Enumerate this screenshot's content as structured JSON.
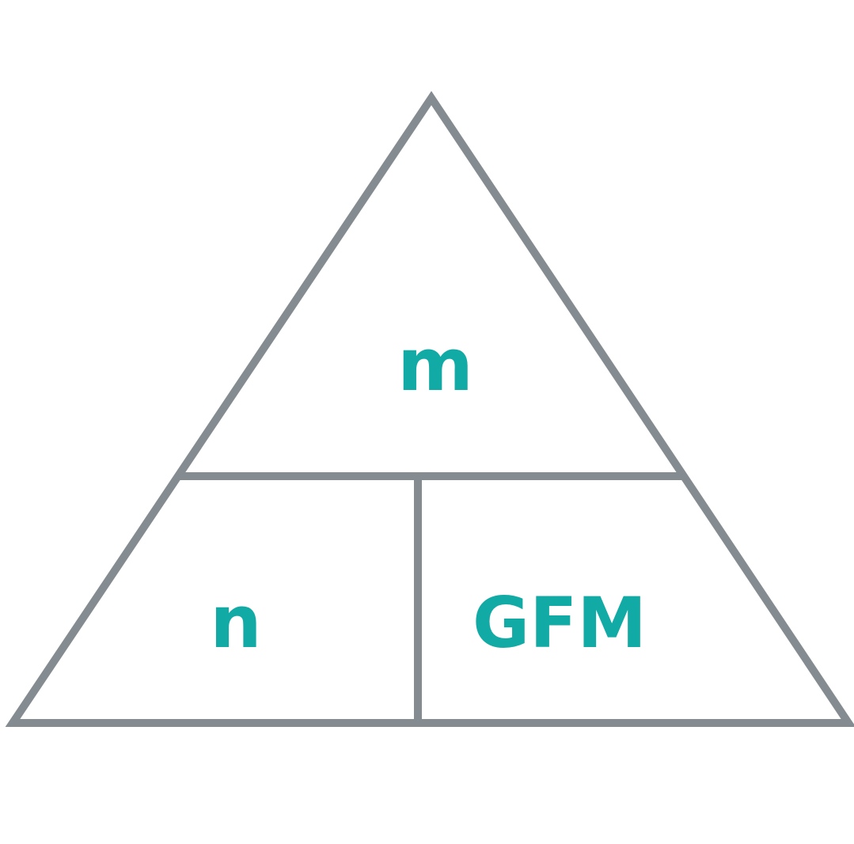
{
  "triangle": {
    "top_label": "m",
    "bottom_left_label": "n",
    "bottom_right_label": "GFM"
  },
  "colors": {
    "line": "#848b91",
    "text": "#12aaa4",
    "background": "#ffffff"
  }
}
